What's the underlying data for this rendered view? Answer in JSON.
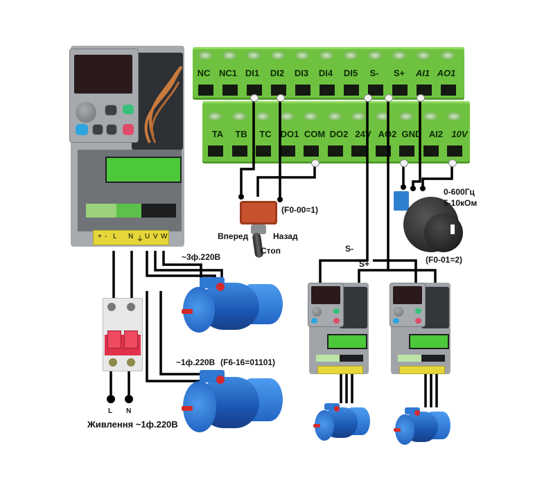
{
  "diagram": {
    "title": "VFD wiring diagram: switch, potentiometer, slave drives",
    "colors": {
      "terminal_green": "#6fc23f",
      "wire": "#000000",
      "motor_blue": "#1f62c4",
      "breaker_red": "#e0304a",
      "label": "#111111"
    }
  },
  "terminals": {
    "top_row": [
      "NC",
      "NC1",
      "DI1",
      "DI2",
      "DI3",
      "DI4",
      "DI5",
      "S-",
      "S+",
      "AI1",
      "AO1"
    ],
    "bottom_row": [
      "TA",
      "TB",
      "TC",
      "DO1",
      "COM",
      "DO2",
      "24V",
      "AO2",
      "GND",
      "AI2",
      "10V"
    ]
  },
  "power_terminals": [
    "+",
    "-",
    "L",
    "N",
    "⏚",
    "U",
    "V",
    "W"
  ],
  "switch": {
    "param": "(F0-00=1)",
    "forward": "Вперед",
    "reverse": "Назад",
    "stop": "Стоп"
  },
  "potentiometer": {
    "range": "0-600Гц",
    "resistance": "5-10кОм",
    "param": "(F0-01=2)"
  },
  "bus": {
    "s_minus": "S-",
    "s_plus": "S+"
  },
  "motors": {
    "three_phase": "~3ф.220В",
    "single_phase": "~1ф.220В",
    "single_phase_param": "(F6-16=01101)"
  },
  "supply": {
    "l": "L",
    "n": "N",
    "label": "Живлення ~1ф.220В"
  }
}
